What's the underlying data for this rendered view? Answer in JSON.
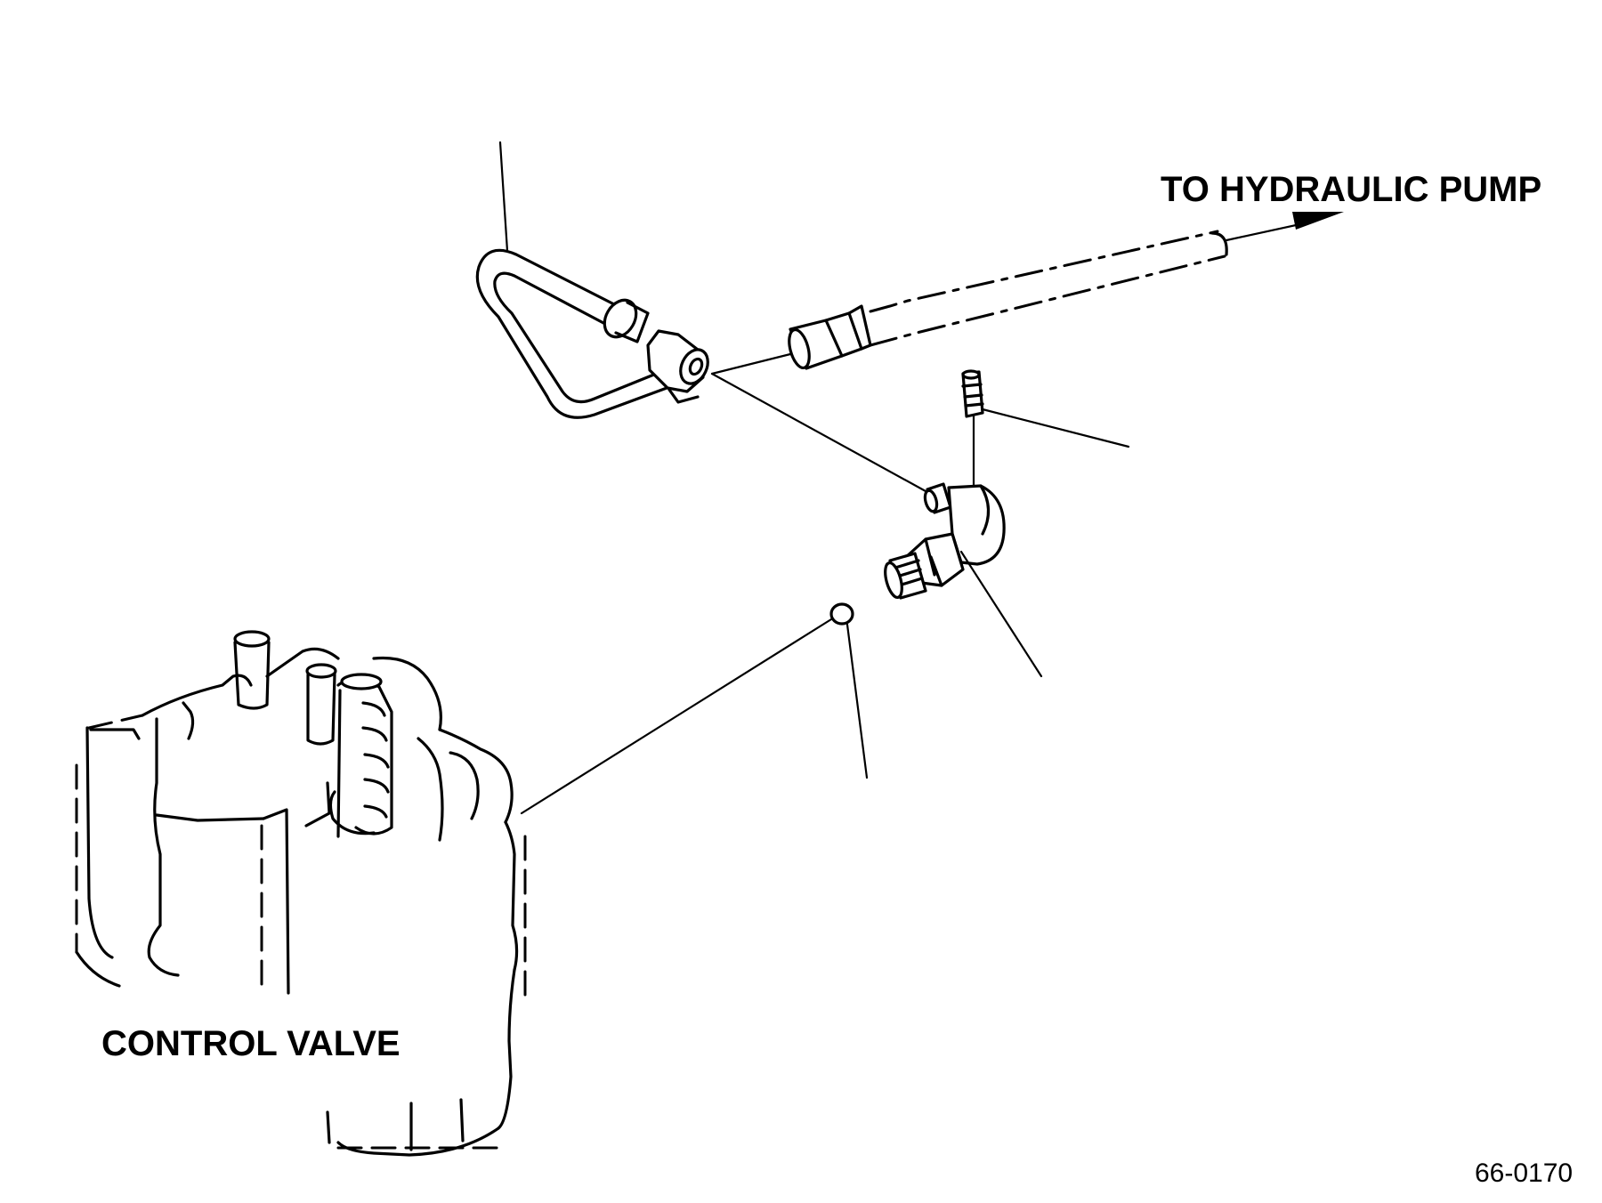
{
  "labels": {
    "pump": "TO HYDRAULIC PUMP",
    "valve": "CONTROL VALVE",
    "figure_id": "66-0170"
  },
  "colors": {
    "ink": "#000000",
    "background": "#ffffff"
  }
}
